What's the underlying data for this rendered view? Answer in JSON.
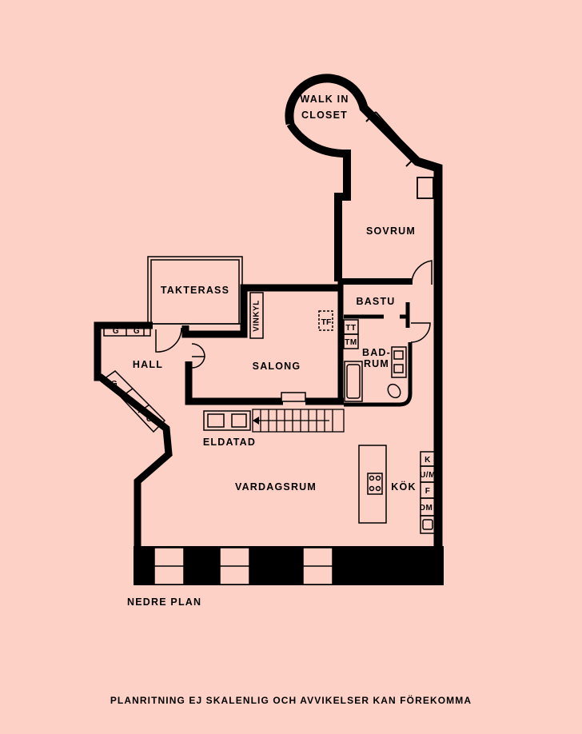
{
  "background_color": "#fdd1c6",
  "wall_color": "#000000",
  "rooms": {
    "walk_in_closet_line1": "WALK IN",
    "walk_in_closet_line2": "CLOSET",
    "sovrum": "SOVRUM",
    "takterass": "TAKTERASS",
    "bastu": "BASTU",
    "badrum_line1": "BAD-",
    "badrum_line2": "RUM",
    "hall": "HALL",
    "salong": "SALONG",
    "vardagsrum": "VARDAGSRUM",
    "kok": "KÖK",
    "eldatad": "ELDATAD"
  },
  "fixtures": {
    "vinkyl": "VINKYL",
    "tf": "TF",
    "tt": "TT",
    "tm": "TM",
    "garderob": "G",
    "k": "K",
    "um": "U/M",
    "f": "F",
    "dm": "DM"
  },
  "level_label": "NEDRE PLAN",
  "disclaimer": "PLANRITNING EJ SKALENLIG OCH AVVIKELSER KAN FÖREKOMMA"
}
